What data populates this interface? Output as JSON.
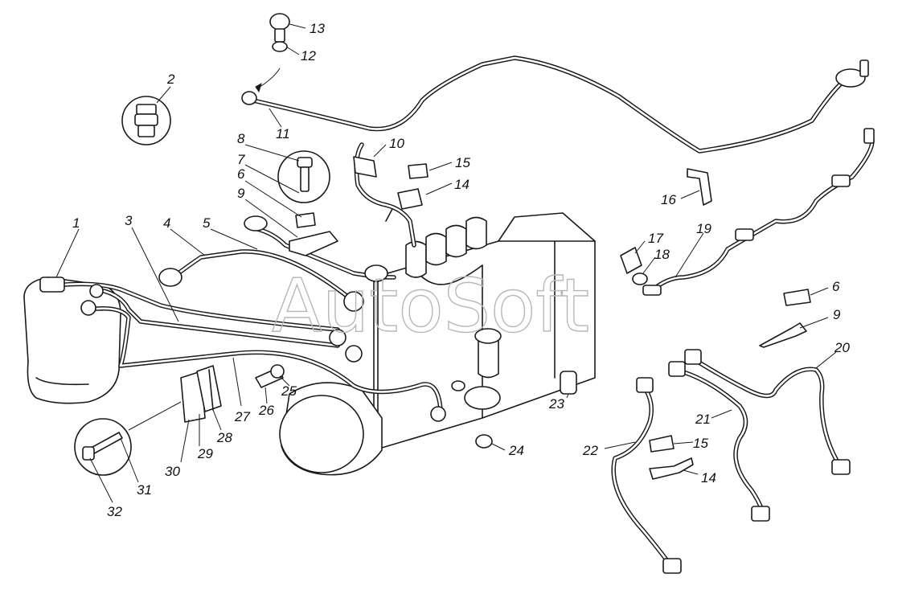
{
  "watermark": "AutoSoft",
  "callouts": [
    {
      "id": "1",
      "label": "1"
    },
    {
      "id": "2",
      "label": "2"
    },
    {
      "id": "3",
      "label": "3"
    },
    {
      "id": "4",
      "label": "4"
    },
    {
      "id": "5",
      "label": "5"
    },
    {
      "id": "6a",
      "label": "6"
    },
    {
      "id": "6b",
      "label": "6"
    },
    {
      "id": "7",
      "label": "7"
    },
    {
      "id": "8",
      "label": "8"
    },
    {
      "id": "9a",
      "label": "9"
    },
    {
      "id": "9b",
      "label": "9"
    },
    {
      "id": "10",
      "label": "10"
    },
    {
      "id": "11",
      "label": "11"
    },
    {
      "id": "12",
      "label": "12"
    },
    {
      "id": "13",
      "label": "13"
    },
    {
      "id": "14a",
      "label": "14"
    },
    {
      "id": "14b",
      "label": "14"
    },
    {
      "id": "15a",
      "label": "15"
    },
    {
      "id": "15b",
      "label": "15"
    },
    {
      "id": "16",
      "label": "16"
    },
    {
      "id": "17",
      "label": "17"
    },
    {
      "id": "18",
      "label": "18"
    },
    {
      "id": "19",
      "label": "19"
    },
    {
      "id": "20",
      "label": "20"
    },
    {
      "id": "21",
      "label": "21"
    },
    {
      "id": "22",
      "label": "22"
    },
    {
      "id": "23",
      "label": "23"
    },
    {
      "id": "24",
      "label": "24"
    },
    {
      "id": "25",
      "label": "25"
    },
    {
      "id": "26",
      "label": "26"
    },
    {
      "id": "27",
      "label": "27"
    },
    {
      "id": "28",
      "label": "28"
    },
    {
      "id": "29",
      "label": "29"
    },
    {
      "id": "30",
      "label": "30"
    },
    {
      "id": "31",
      "label": "31"
    },
    {
      "id": "32",
      "label": "32"
    }
  ]
}
